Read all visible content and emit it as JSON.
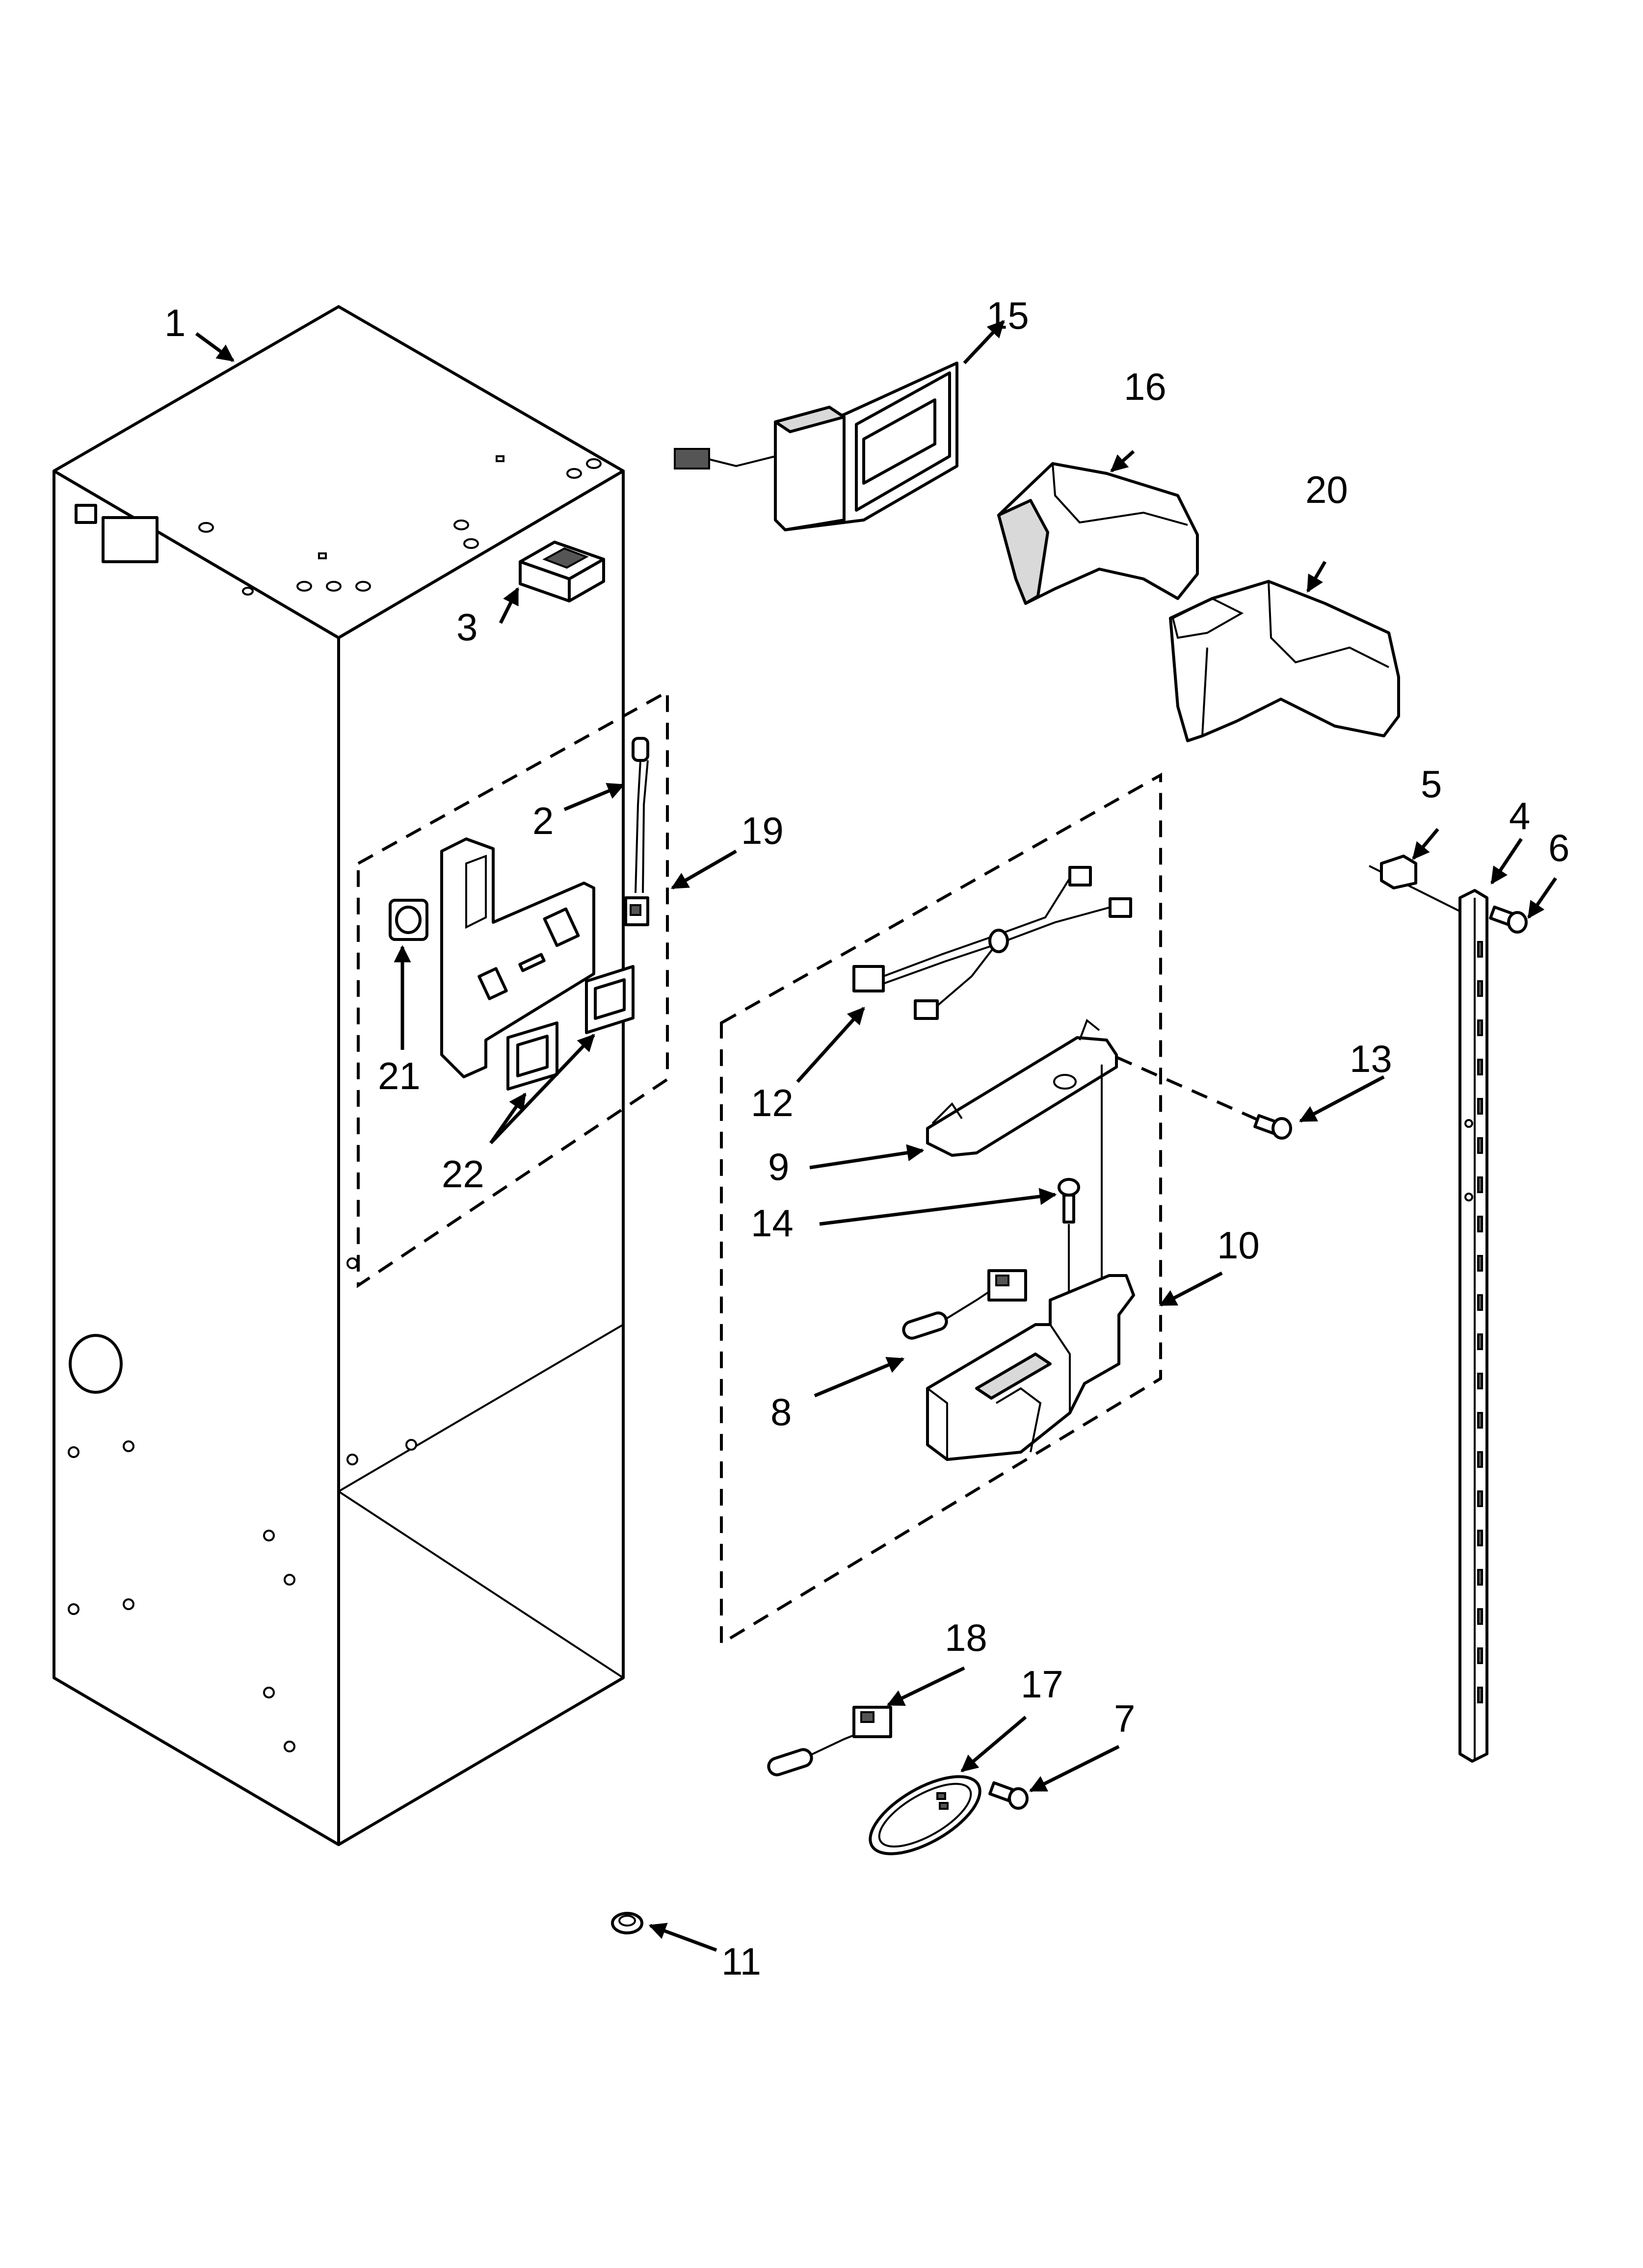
{
  "callouts": {
    "c1": "1",
    "c2": "2",
    "c3": "3",
    "c4": "4",
    "c5": "5",
    "c6": "6",
    "c7": "7",
    "c8a": "8",
    "c9": "9",
    "c10": "10",
    "c11": "11",
    "c12": "12",
    "c13": "13",
    "c14": "14",
    "c15": "15",
    "c16": "16",
    "c17": "17",
    "c18": "18",
    "c19": "19",
    "c20": "20",
    "c21": "21",
    "c22": "22"
  },
  "colors": {
    "line": "#000000",
    "background": "#ffffff",
    "shading": "#d9d9d9"
  }
}
